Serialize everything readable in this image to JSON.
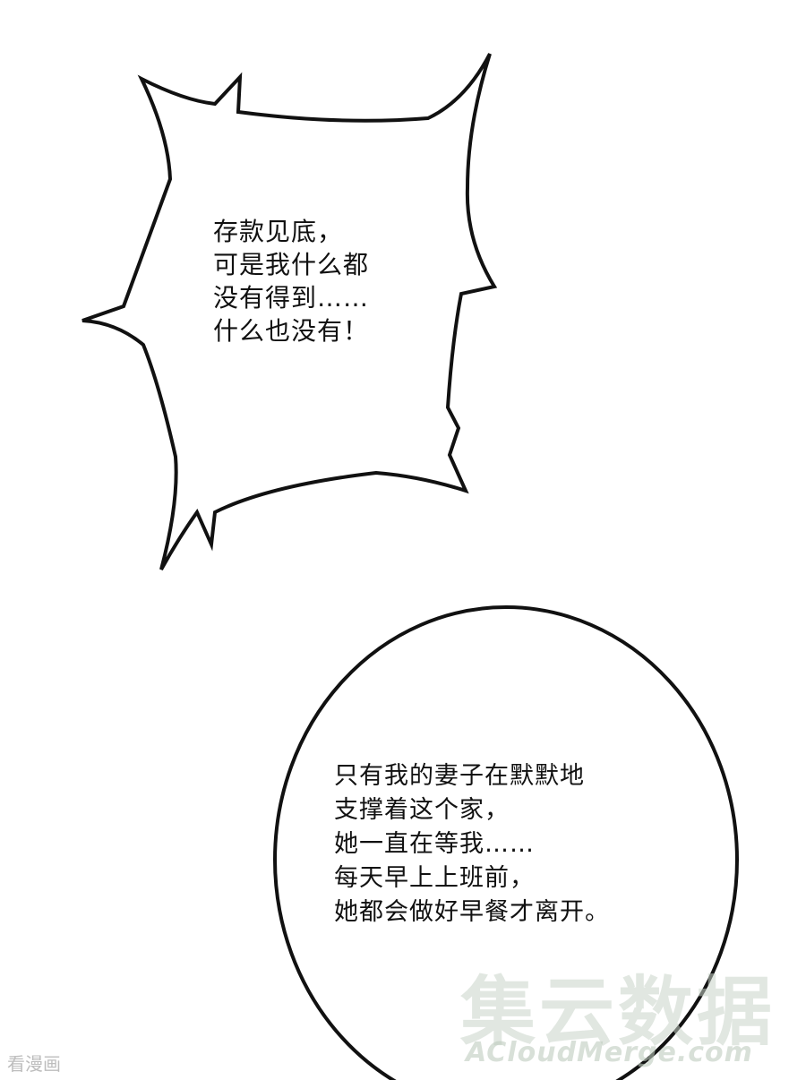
{
  "speech_bubbles": {
    "spiky": {
      "lines": [
        "存款见底，",
        "可是我什么都",
        "没有得到……",
        "什么也没有！"
      ]
    },
    "oval": {
      "lines": [
        "只有我的妻子在默默地",
        "支撑着这个家，",
        "她一直在等我……",
        "每天早上上班前，",
        "她都会做好早餐才离开。"
      ]
    }
  },
  "watermarks": {
    "brand_zh": "集云数据",
    "brand_en": "ACloudMerge.com",
    "corner": "看漫画"
  },
  "colors": {
    "ink": "#111111",
    "background": "#ffffff"
  }
}
